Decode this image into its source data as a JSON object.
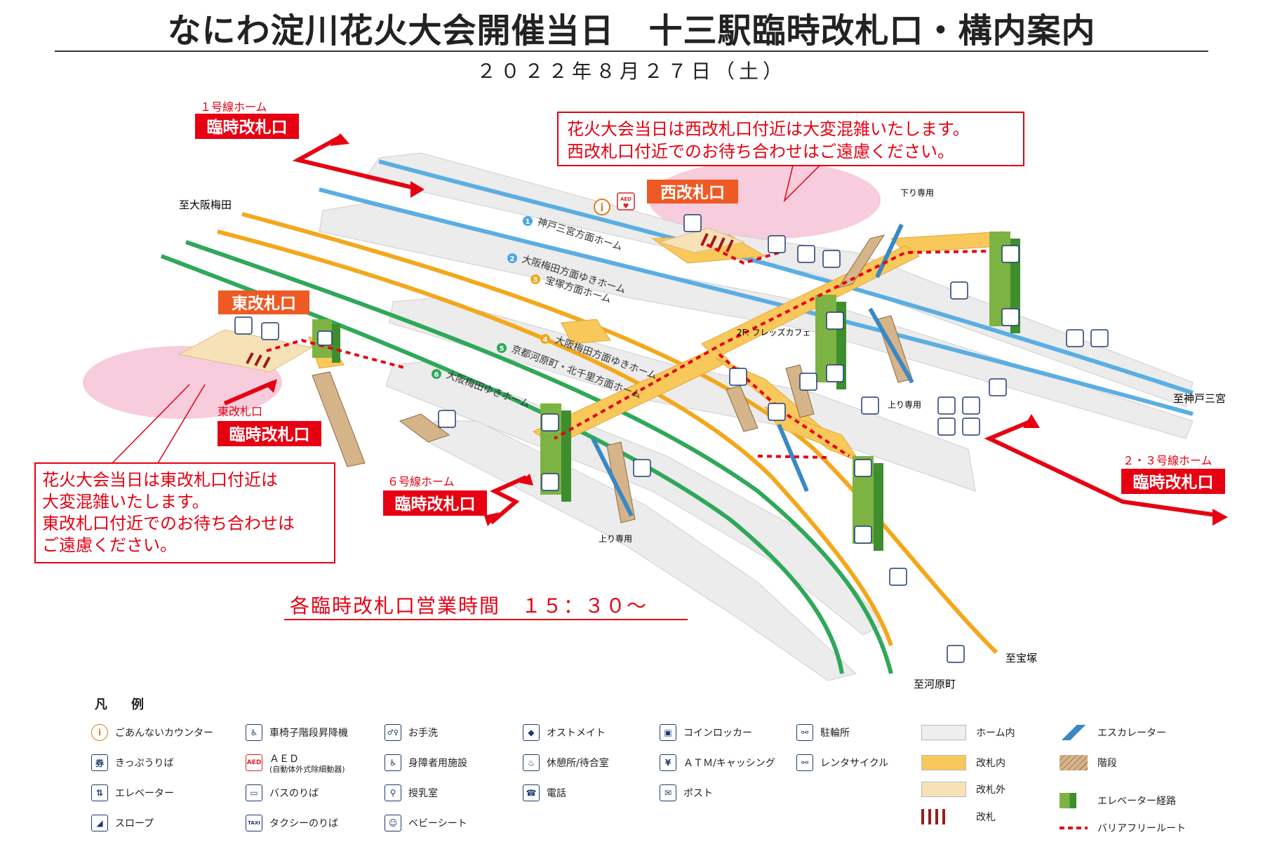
{
  "header": {
    "title": "なにわ淀川花火大会開催当日　十三駅臨時改札口・構内案内",
    "date": "２０２２年８月２７日（土）"
  },
  "gates": {
    "west": "西改札口",
    "east": "東改札口",
    "temp": "臨時改札口",
    "line1_caption": "１号線ホーム",
    "line6_caption": "６号線ホーム",
    "line23_caption": "２・３号線ホーム",
    "east_caption": "東改札口"
  },
  "notices": {
    "west_line1": "花火大会当日は西改札口付近は大変混雑いたします。",
    "west_line2": "西改札口付近でのお待ち合わせはご遠慮ください。",
    "east_line1": "花火大会当日は東改札口付近は",
    "east_line2": "大変混雑いたします。",
    "east_line3": "東改札口付近でのお待ち合わせは",
    "east_line4": "ご遠慮ください。",
    "hours": "各臨時改札口営業時間　１５：３０～"
  },
  "directions": {
    "osaka_umeda": "至大阪梅田",
    "kobe_sannomiya": "至神戸三宮",
    "takarazuka": "至宝塚",
    "kawaramachi": "至河原町"
  },
  "platforms": [
    {
      "num": "1",
      "label": "神戸三宮方面ホーム",
      "color": "#4aa8e0"
    },
    {
      "num": "2",
      "label": "大阪梅田方面ゆきホーム",
      "color": "#4aa8e0"
    },
    {
      "num": "3",
      "label": "宝塚方面ホーム",
      "color": "#f3a81c"
    },
    {
      "num": "4",
      "label": "大阪梅田方面ゆきホーム",
      "color": "#f3a81c"
    },
    {
      "num": "5",
      "label": "京都河原町・北千里方面ホーム",
      "color": "#2fa859"
    },
    {
      "num": "6",
      "label": "大阪梅田ゆきホーム",
      "color": "#2fa859"
    }
  ],
  "map_labels": {
    "down_only": "下り専用",
    "up_only": "上り専用",
    "up_only2": "上り専用",
    "cafe": "2F: フレッズカフェ"
  },
  "colors": {
    "kobe_line": "#5aaee3",
    "takarazuka_line": "#f3a81c",
    "kyoto_line": "#2fa859",
    "red": "#e60012",
    "gate_orange": "#ef5a24",
    "in_gate": "#f9c85a",
    "out_gate": "#f7e2b8",
    "platform": "#eeeeee",
    "elevator": "#7cb342",
    "icon_blue": "#1f3a73",
    "pink_zone": "#f6c3d6"
  },
  "legend": {
    "title": "凡　例",
    "items": [
      {
        "icon": "info-icon",
        "glyph": "i",
        "label": "ごあんないカウンター"
      },
      {
        "icon": "ticket-machine-icon",
        "glyph": "券",
        "label": "きっぷうりば"
      },
      {
        "icon": "elevator-icon",
        "glyph": "⇅",
        "label": "エレベーター"
      },
      {
        "icon": "slope-icon",
        "glyph": "◢",
        "label": "スロープ"
      },
      {
        "icon": "wheelchair-lift-icon",
        "glyph": "♿",
        "label": "車椅子階段昇降機"
      },
      {
        "icon": "aed-icon",
        "glyph": "AED",
        "label": "ＡＥＤ",
        "sub": "(自動体外式除細動器)"
      },
      {
        "icon": "bus-icon",
        "glyph": "▭",
        "label": "バスのりば"
      },
      {
        "icon": "taxi-icon",
        "glyph": "TAXI",
        "label": "タクシーのりば"
      },
      {
        "icon": "restroom-icon",
        "glyph": "♂♀",
        "label": "お手洗"
      },
      {
        "icon": "accessible-facility-icon",
        "glyph": "♿",
        "label": "身障者用施設"
      },
      {
        "icon": "nursing-room-icon",
        "glyph": "⚲",
        "label": "授乳室"
      },
      {
        "icon": "baby-seat-icon",
        "glyph": "☺",
        "label": "ベビーシート"
      },
      {
        "icon": "ostomate-icon",
        "glyph": "◆",
        "label": "オストメイト"
      },
      {
        "icon": "rest-area-icon",
        "glyph": "♨",
        "label": "休憩所/待合室"
      },
      {
        "icon": "phone-icon",
        "glyph": "☎",
        "label": "電話"
      },
      {
        "icon": "locker-icon",
        "glyph": "▣",
        "label": "コインロッカー"
      },
      {
        "icon": "atm-icon",
        "glyph": "¥",
        "label": "ＡＴＭ/キャッシング"
      },
      {
        "icon": "post-icon",
        "glyph": "✉",
        "label": "ポスト"
      },
      {
        "icon": "bicycle-parking-icon",
        "glyph": "⚯",
        "label": "駐輪所"
      },
      {
        "icon": "rental-cycle-icon",
        "glyph": "⚯",
        "label": "レンタサイクル"
      }
    ],
    "areas": [
      {
        "label": "ホーム内",
        "color": "#eeeeee"
      },
      {
        "label": "改札内",
        "color": "#f9c85a"
      },
      {
        "label": "改札外",
        "color": "#f7e2b8"
      },
      {
        "label": "改札",
        "color": "#9b1c1c"
      }
    ],
    "routes": [
      {
        "icon": "escalator-icon",
        "label": "エスカレーター"
      },
      {
        "icon": "stairs-icon",
        "label": "階段"
      },
      {
        "icon": "elevator-route-icon",
        "label": "エレベーター経路"
      },
      {
        "icon": "barrier-free-route-icon",
        "label": "バリアフリールート"
      }
    ]
  }
}
